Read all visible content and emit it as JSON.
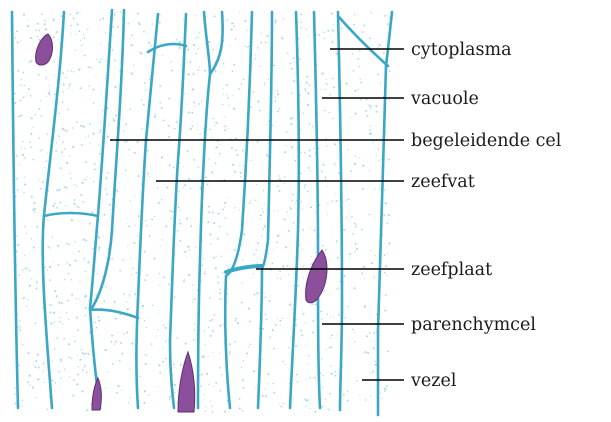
{
  "diagram": {
    "labels": [
      {
        "id": "cytoplasma",
        "text": "cytoplasma"
      },
      {
        "id": "vacuole",
        "text": "vacuole"
      },
      {
        "id": "begeleidende-cel",
        "text": "begeleidende cel"
      },
      {
        "id": "zeefvat",
        "text": "zeefvat"
      },
      {
        "id": "zeefplaat",
        "text": "zeefplaat"
      },
      {
        "id": "parenchymcel",
        "text": "parenchymcel"
      },
      {
        "id": "vezel",
        "text": "vezel"
      }
    ],
    "colors": {
      "cell_wall": "#3aa7c5",
      "cytoplasm_dots": "#a9d8e8",
      "nucleus": "#8b4f9c",
      "leader_lines": "#000000"
    }
  }
}
